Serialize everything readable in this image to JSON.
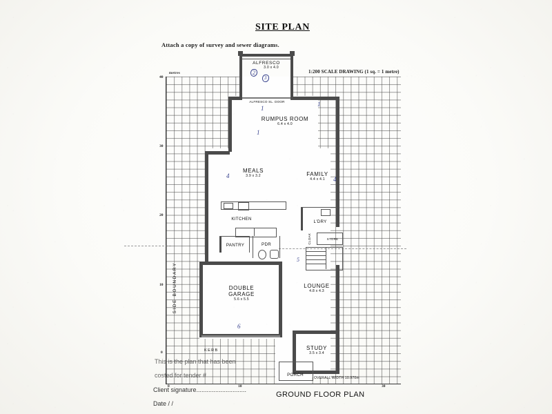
{
  "document": {
    "title": "SITE PLAN",
    "attach_note": "Attach a copy of survey and sewer diagrams.",
    "scale_note": "1:200 SCALE DRAWING (1 sq. = 1 metre)",
    "plan_caption": "GROUND FLOOR PLAN",
    "overall_width": "OVERALL WIDTH 10.970m",
    "kerb_label": "KERB",
    "side_boundary_label": "SIDE BOUNDARY",
    "metres_label": "metres"
  },
  "form": {
    "tender_line_1": "This is the plan that has been",
    "tender_line_2": "costed for tender #",
    "client_signature": "Client signature.............................",
    "date": "Date            /            /"
  },
  "axes": {
    "vertical_labels": [
      "40",
      "30",
      "20",
      "10",
      "0"
    ],
    "horizontal_labels": [
      "0",
      "10",
      "30"
    ],
    "horizontal_right_label": "30"
  },
  "rooms": [
    {
      "name": "ALFRESCO",
      "dim": "3.0 x 4.0"
    },
    {
      "name": "RUMPUS ROOM",
      "dim": "6.4 x 4.0"
    },
    {
      "name": "MEALS",
      "dim": "3.9 x 3.2"
    },
    {
      "name": "FAMILY",
      "dim": "4.4 x 4.1"
    },
    {
      "name": "KITCHEN",
      "dim": ""
    },
    {
      "name": "PANTRY",
      "dim": ""
    },
    {
      "name": "PDR",
      "dim": ""
    },
    {
      "name": "L'DRY",
      "dim": ""
    },
    {
      "name": "STORE",
      "dim": ""
    },
    {
      "name": "CLOAK",
      "dim": ""
    },
    {
      "name": "DOUBLE GARAGE",
      "dim": "5.6 x 5.5"
    },
    {
      "name": "LOUNGE",
      "dim": "4.8 x 4.3"
    },
    {
      "name": "STUDY",
      "dim": "3.5 x 3.4"
    },
    {
      "name": "PORCH",
      "dim": ""
    }
  ],
  "room_labels": {
    "alfresco": "ALFRESCO",
    "alfresco_dim": "3.0 x 4.0",
    "alfresco_door": "ALFRESCO  SL. DOOR",
    "rumpus": "RUMPUS ROOM",
    "rumpus_dim": "6.4 x 4.0",
    "meals": "MEALS",
    "meals_dim": "3.9 x 3.2",
    "family": "FAMILY",
    "family_dim": "4.4 x 4.1",
    "kitchen": "KITCHEN",
    "pantry": "PANTRY",
    "pdr": "PDR",
    "ldry": "L'DRY",
    "store": "STORE",
    "cloak": "CLOAK",
    "garage_l1": "DOUBLE",
    "garage_l2": "GARAGE",
    "garage_dim": "5.6 x 5.5",
    "lounge": "LOUNGE",
    "lounge_dim": "4.8 x 4.3",
    "study": "STUDY",
    "study_dim": "3.5 x 3.4",
    "porch": "PORCH"
  },
  "annotations": {
    "mark_a": "2",
    "mark_b": "3",
    "mark_c": "1",
    "mark_d": "1",
    "mark_e": "1",
    "mark_f": "4",
    "mark_g": "4",
    "mark_h": "5",
    "mark_i": "6"
  },
  "colors": {
    "paper": "#fdfdfb",
    "ink": "#1a1a1a",
    "wall": "#4b4b4b",
    "grid": "#464646",
    "handwriting": "#16227a"
  }
}
